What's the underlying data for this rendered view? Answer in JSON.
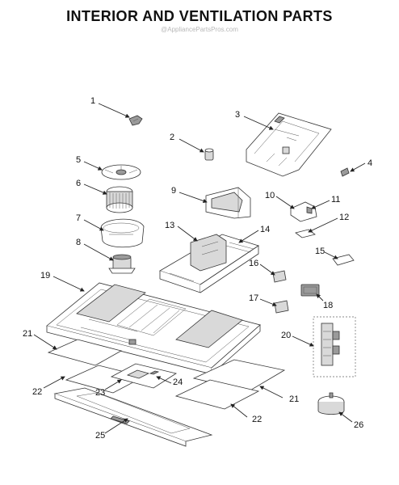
{
  "title": "INTERIOR AND VENTILATION PARTS",
  "watermark": "@AppliancePartsPros.com",
  "callouts": [
    "1",
    "2",
    "3",
    "4",
    "5",
    "6",
    "7",
    "8",
    "9",
    "10",
    "11",
    "12",
    "13",
    "14",
    "15",
    "16",
    "17",
    "18",
    "19",
    "20",
    "21",
    "22",
    "23",
    "24",
    "25",
    "26"
  ]
}
